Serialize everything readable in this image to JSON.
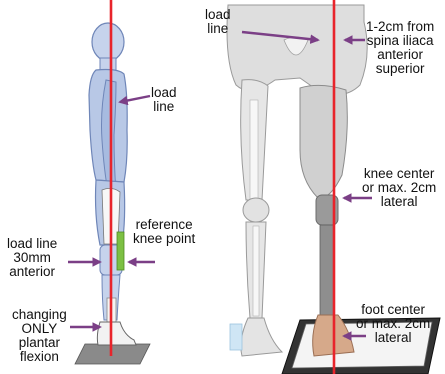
{
  "labels": {
    "left_load_line": [
      "load",
      "line"
    ],
    "reference_knee_point": [
      "reference",
      "knee point"
    ],
    "load_line_anterior": [
      "load line",
      "30mm",
      "anterior"
    ],
    "changing_plantar": [
      "changing",
      "ONLY",
      "plantar",
      "flexion"
    ],
    "right_load_line": [
      "load",
      "line"
    ],
    "spina": [
      "1-2cm from",
      "spina iliaca",
      "anterior",
      "superior"
    ],
    "knee_center": [
      "knee center",
      "or max. 2cm",
      "lateral"
    ],
    "foot_center": [
      "foot center",
      "or max. 2cm",
      "lateral"
    ]
  },
  "colors": {
    "load_line": "#e8242b",
    "arrow": "#7b3f86",
    "body_fill": "#b8c8e6",
    "body_stroke": "#6f86b8",
    "skeleton": "#dedede",
    "prosthesis": "#c9c9c9",
    "knee_marker": "#7cc043",
    "platform": "#8a8a8a"
  },
  "icons": {
    "knee_marker": "green-rectangle-marker",
    "arrows": "purple-arrow"
  }
}
